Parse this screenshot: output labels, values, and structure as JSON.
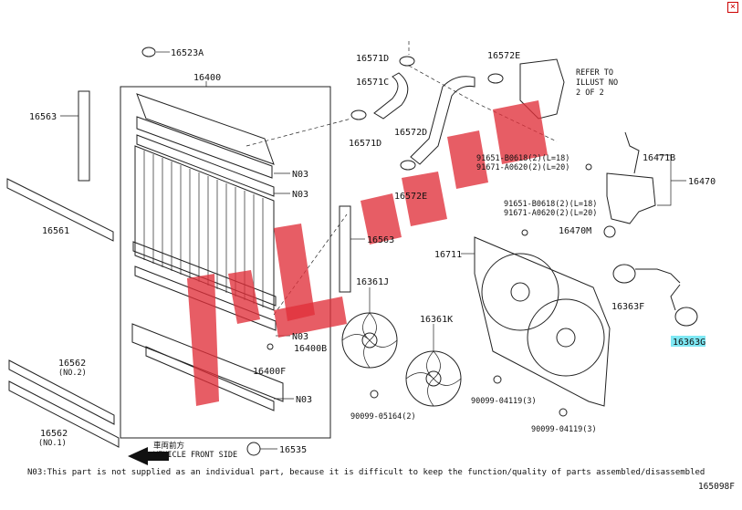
{
  "diagram": {
    "title": "",
    "callouts": [
      {
        "id": "c-16523a",
        "text": "16523A"
      },
      {
        "id": "c-16400",
        "text": "16400"
      },
      {
        "id": "c-16563-left",
        "text": "16563"
      },
      {
        "id": "c-16561",
        "text": "16561"
      },
      {
        "id": "c-n03-a",
        "text": "N03"
      },
      {
        "id": "c-n03-b",
        "text": "N03"
      },
      {
        "id": "c-n03-c",
        "text": "N03"
      },
      {
        "id": "c-n03-d",
        "text": "N03"
      },
      {
        "id": "c-16400b",
        "text": "16400B"
      },
      {
        "id": "c-16400f",
        "text": "16400F"
      },
      {
        "id": "c-16562-2",
        "text": "16562"
      },
      {
        "id": "c-16562-2-sub",
        "text": "(NO.2)"
      },
      {
        "id": "c-16562-1",
        "text": "16562"
      },
      {
        "id": "c-16562-1-sub",
        "text": "(NO.1)"
      },
      {
        "id": "c-16535",
        "text": "16535"
      },
      {
        "id": "c-vehicle-jp",
        "text": "車両前方"
      },
      {
        "id": "c-vehicle-en",
        "text": "VEHICLE FRONT SIDE"
      },
      {
        "id": "c-16571d-top",
        "text": "16571D"
      },
      {
        "id": "c-16571c",
        "text": "16571C"
      },
      {
        "id": "c-16571d-mid",
        "text": "16571D"
      },
      {
        "id": "c-16572e-top",
        "text": "16572E"
      },
      {
        "id": "c-16572d",
        "text": "16572D"
      },
      {
        "id": "c-16572e-mid",
        "text": "16572E"
      },
      {
        "id": "c-refer-1",
        "text": "REFER TO"
      },
      {
        "id": "c-refer-2",
        "text": "ILLUST NO"
      },
      {
        "id": "c-refer-3",
        "text": "2 OF 2"
      },
      {
        "id": "c-16471b",
        "text": "16471B"
      },
      {
        "id": "c-16470",
        "text": "16470"
      },
      {
        "id": "c-bolt-a1",
        "text": "91651-B0618(2)(L=18)"
      },
      {
        "id": "c-bolt-a2",
        "text": "91671-A0620(2)(L=20)"
      },
      {
        "id": "c-bolt-b1",
        "text": "91651-B0618(2)(L=18)"
      },
      {
        "id": "c-bolt-b2",
        "text": "91671-A0620(2)(L=20)"
      },
      {
        "id": "c-16470m",
        "text": "16470M"
      },
      {
        "id": "c-16563-mid",
        "text": "16563"
      },
      {
        "id": "c-16711",
        "text": "16711"
      },
      {
        "id": "c-16361j",
        "text": "16361J"
      },
      {
        "id": "c-16361k",
        "text": "16361K"
      },
      {
        "id": "c-16363f",
        "text": "16363F"
      },
      {
        "id": "c-16363g",
        "text": "16363G"
      },
      {
        "id": "c-90099-05164",
        "text": "90099-05164(2)"
      },
      {
        "id": "c-90099-04119-a",
        "text": "90099-04119(3)"
      },
      {
        "id": "c-90099-04119-b",
        "text": "90099-04119(3)"
      }
    ],
    "footnote": "N03:This part is not supplied as an individual part, because it is difficult to keep the function/quality of parts assembled/disassembled",
    "drawing_number": "165098F",
    "highlight_color": "#7fe8f4",
    "watermark_color": "#e0303a"
  }
}
